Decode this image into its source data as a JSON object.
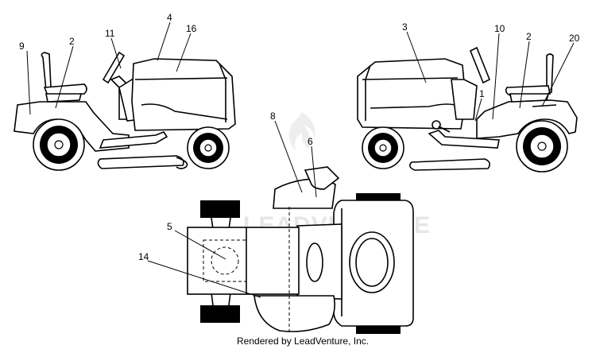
{
  "diagram": {
    "watermark": "LEADVENTURE",
    "footer": "Rendered by LeadVenture, Inc.",
    "callouts": {
      "c9": "9",
      "c2_left": "2",
      "c11": "11",
      "c4": "4",
      "c16": "16",
      "c3": "3",
      "c10": "10",
      "c2_right": "2",
      "c20": "20",
      "c1": "1",
      "c8": "8",
      "c6": "6",
      "c5": "5",
      "c14": "14"
    }
  }
}
